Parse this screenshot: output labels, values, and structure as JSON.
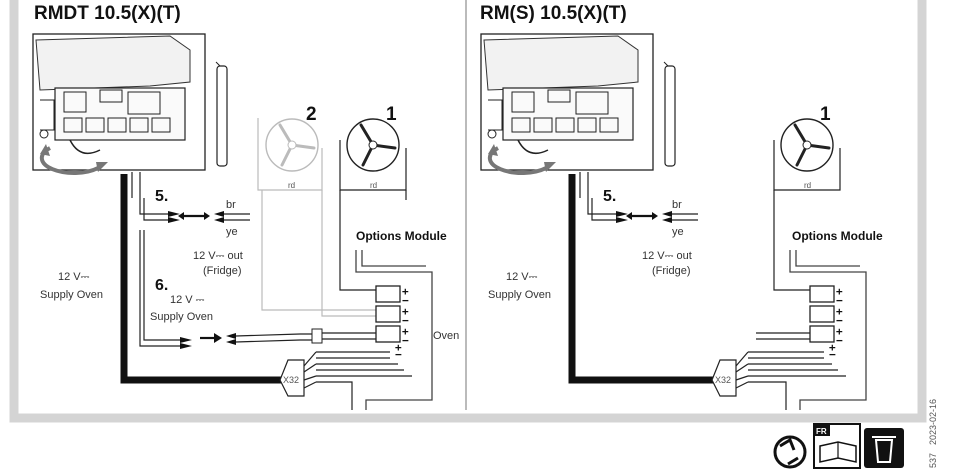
{
  "colors": {
    "frame": "#d4d4d4",
    "ink": "#1a1a1a",
    "faded_fan": "#bdbdbd"
  },
  "panels": [
    {
      "title": "RMDT 10.5(X)(T)",
      "fan_numbers": [
        "2",
        "1"
      ],
      "fan_wire_label": "rd",
      "step5": "5.",
      "step6": "6.",
      "wire_br": "br",
      "wire_ye": "ye",
      "out_label_1": "12 V⎓ out",
      "out_label_2": "(Fridge)",
      "supply_label_1": "12 V⎓",
      "supply_label_2": "Supply Oven",
      "supply6_label_1": "12 V ⎓",
      "supply6_label_2": "Supply Oven",
      "module_label": "Options Module",
      "oven_label": "Oven",
      "connector_label": "X32"
    },
    {
      "title": "RM(S) 10.5(X)(T)",
      "fan_numbers": [
        "1"
      ],
      "fan_wire_label": "rd",
      "step5": "5.",
      "wire_br": "br",
      "wire_ye": "ye",
      "out_label_1": "12 V⎓ out",
      "out_label_2": "(Fridge)",
      "supply_label_1": "12 V⎓",
      "supply_label_2": "Supply Oven",
      "module_label": "Options Module",
      "connector_label": "X32"
    }
  ],
  "footer": {
    "doc_code": "537",
    "date": "2023-02-16",
    "lang_badge": "FR",
    "icons": [
      "recycle-arrows-icon",
      "instruction-manual-icon",
      "recycle-bin-icon"
    ]
  }
}
